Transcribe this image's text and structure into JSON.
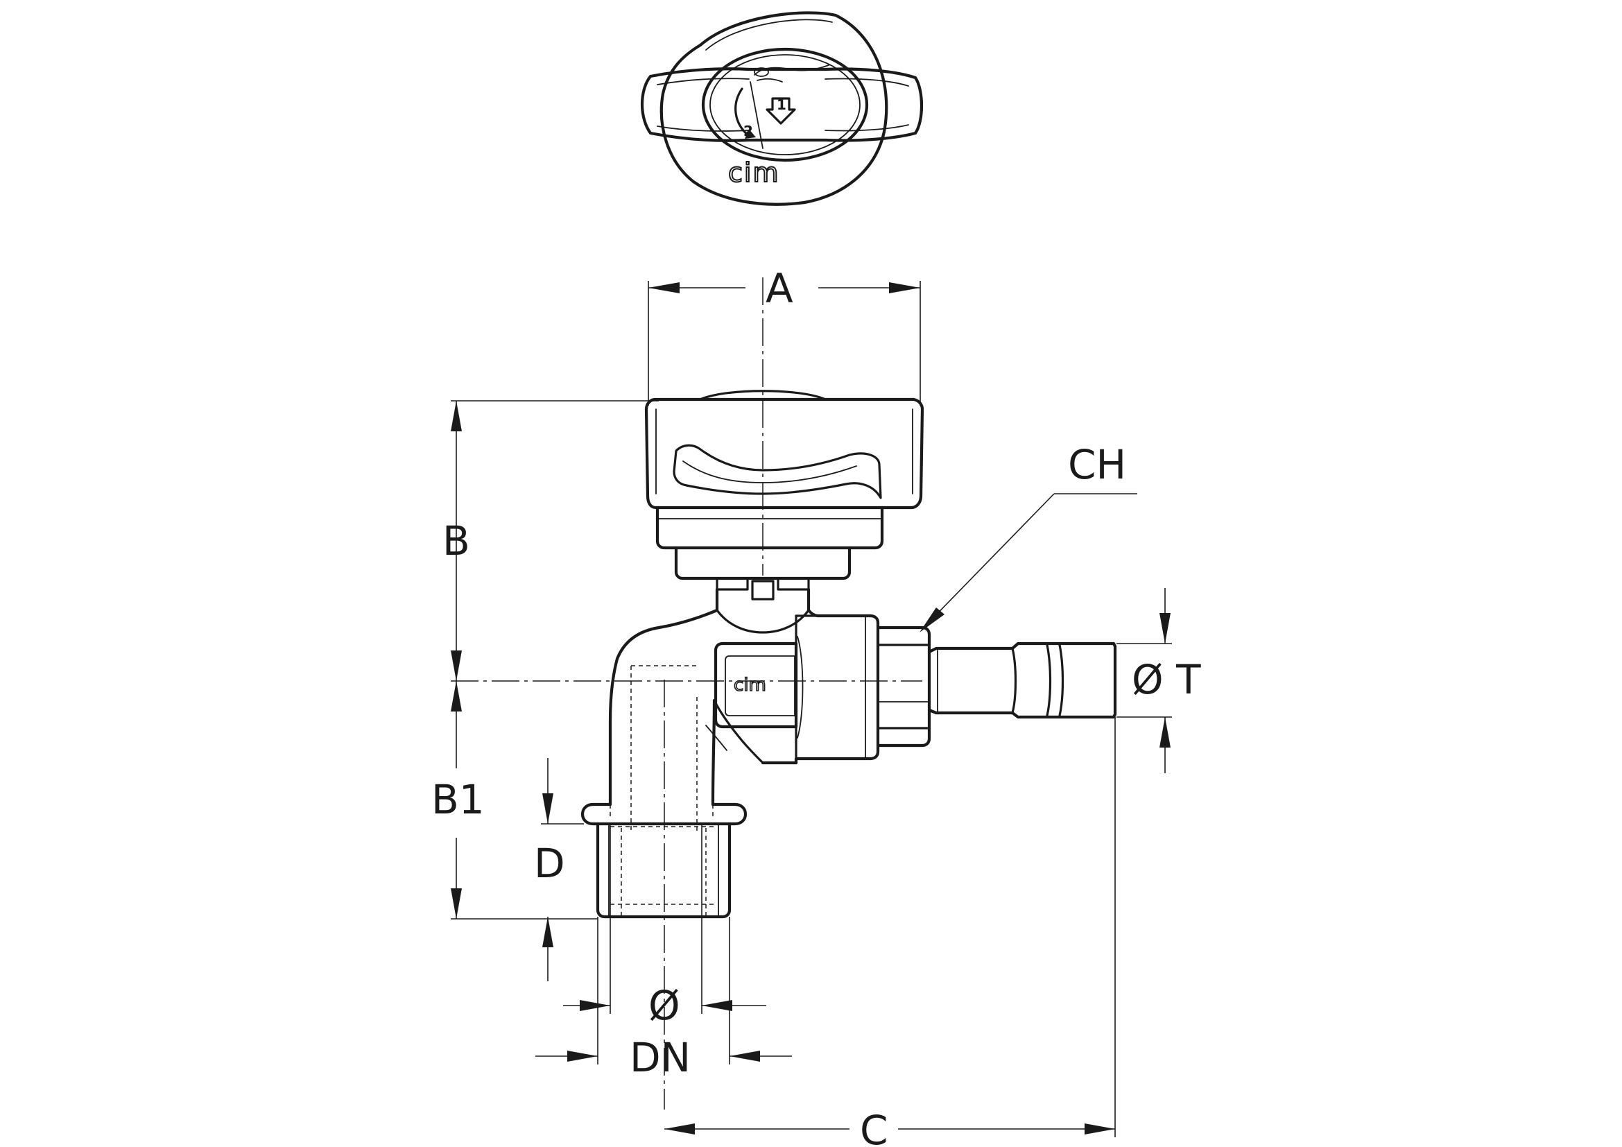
{
  "labels": {
    "A": "A",
    "B": "B",
    "B1": "B1",
    "C": "C",
    "CH": "CH",
    "D": "D",
    "T": "Ø T",
    "phi": "Ø",
    "DN": "DN"
  },
  "brand": {
    "top_view": "cim",
    "body": "cim"
  },
  "handle_marks": {
    "step1": "1",
    "step2": "2"
  }
}
